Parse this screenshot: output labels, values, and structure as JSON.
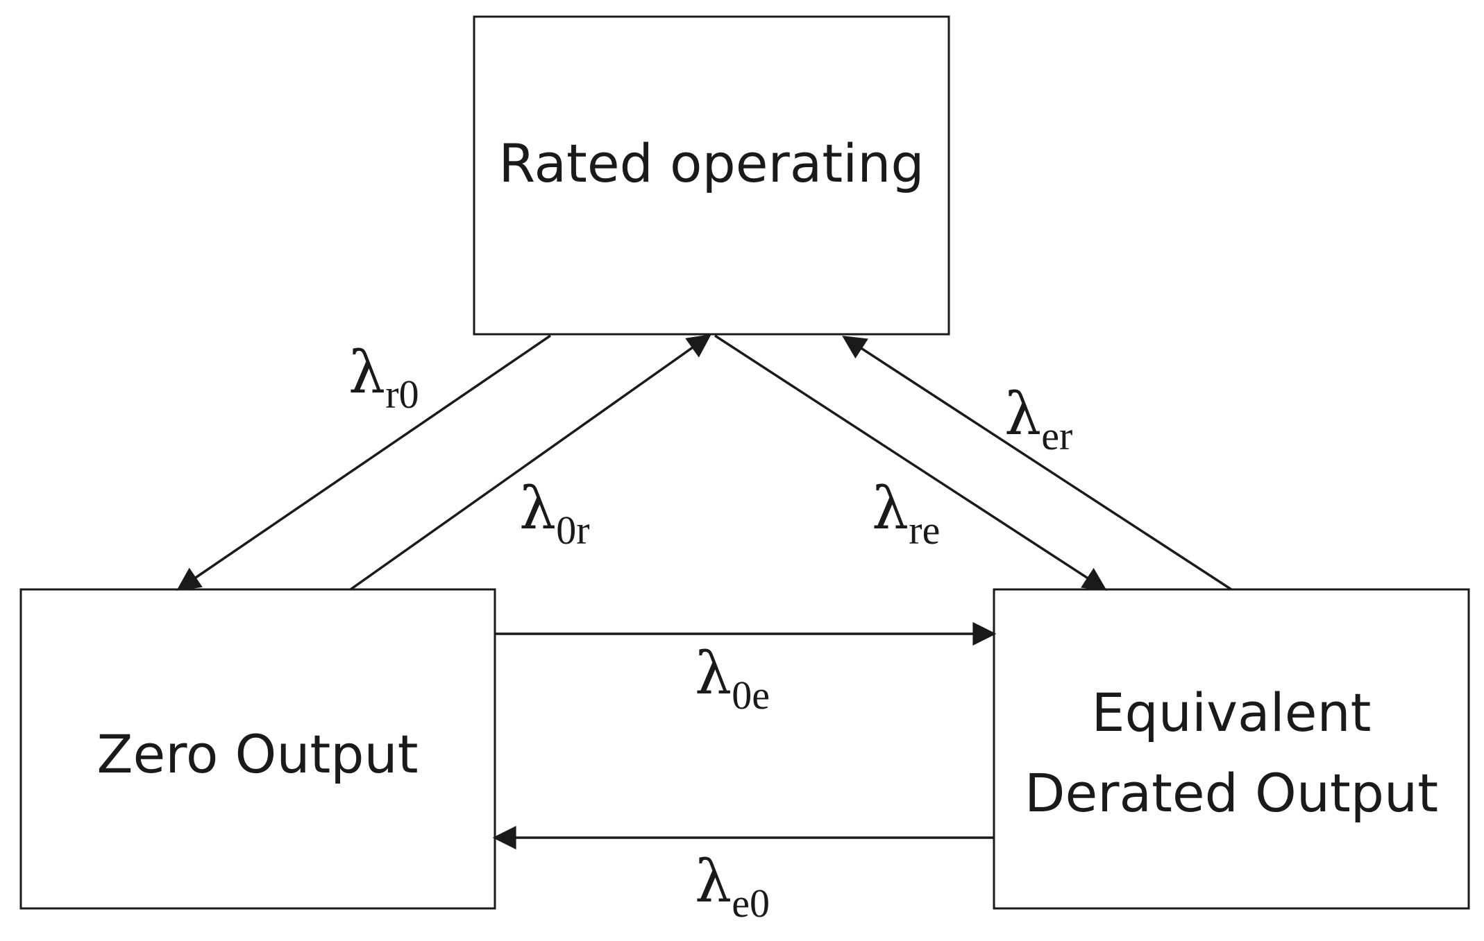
{
  "states": {
    "rated": {
      "label": "Rated operating"
    },
    "zero": {
      "label": "Zero Output"
    },
    "derated": {
      "line1": "Equivalent",
      "line2": "Derated Output"
    }
  },
  "transitions": [
    {
      "id": "r0",
      "from": "rated",
      "to": "zero",
      "symbol": "λ",
      "subscript": "r0"
    },
    {
      "id": "0r",
      "from": "zero",
      "to": "rated",
      "symbol": "λ",
      "subscript": "0r"
    },
    {
      "id": "re",
      "from": "rated",
      "to": "derated",
      "symbol": "λ",
      "subscript": "re"
    },
    {
      "id": "er",
      "from": "derated",
      "to": "rated",
      "symbol": "λ",
      "subscript": "er"
    },
    {
      "id": "0e",
      "from": "zero",
      "to": "derated",
      "symbol": "λ",
      "subscript": "0e"
    },
    {
      "id": "e0",
      "from": "derated",
      "to": "zero",
      "symbol": "λ",
      "subscript": "e0"
    }
  ]
}
